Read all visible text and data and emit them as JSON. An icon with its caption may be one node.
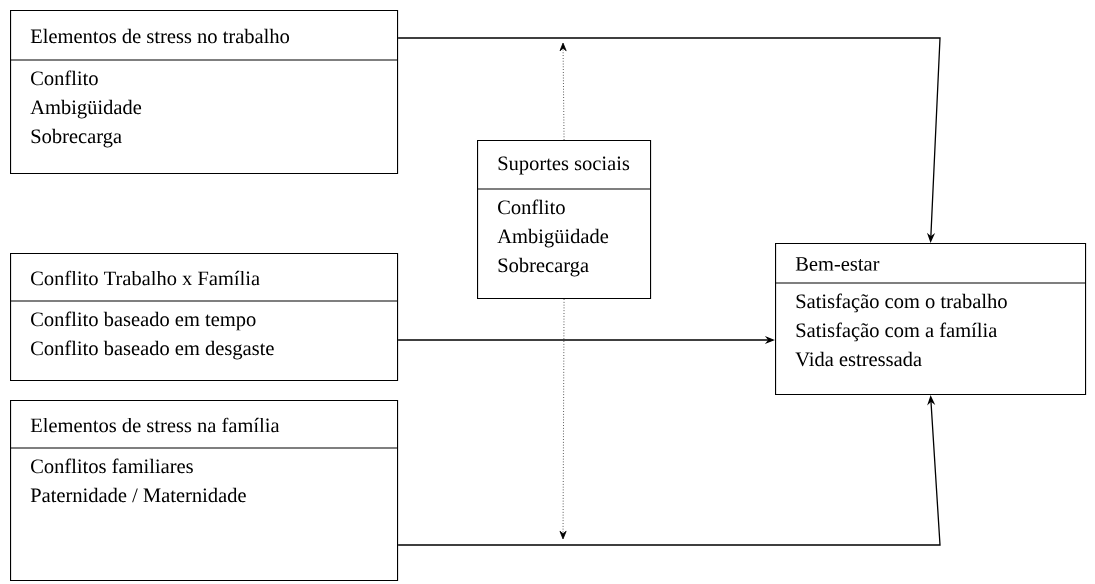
{
  "diagram": {
    "nodes": [
      {
        "text": [
          "Elementos de stress no trabalho",
          "Conflito",
          "Ambigüidade",
          "Sobrecarga"
        ]
      },
      {
        "text": [
          "Conflito Trabalho x Família",
          "Conflito baseado em tempo",
          "Conflito baseado em desgaste"
        ]
      },
      {
        "text": [
          "Elementos de stress na família",
          "Conflitos familiares",
          "Paternidade / Maternidade"
        ]
      },
      {
        "text": [
          "Suportes sociais",
          "Conflito",
          "Ambigüidade",
          "Sobrecarga"
        ]
      },
      {
        "text": [
          "Bem-estar",
          "Satisfação com o trabalho",
          "Satisfação com a família",
          "Vida estressada"
        ]
      }
    ],
    "edges": [
      {
        "from": 0,
        "to": 4,
        "arrow": "to"
      },
      {
        "from": 1,
        "to": 4,
        "arrow": "to"
      },
      {
        "from": 2,
        "to": 4,
        "arrow": "to"
      },
      {
        "from": 3,
        "to": null,
        "arrow": "to",
        "style": "dashed"
      },
      {
        "from": 3,
        "to": null,
        "arrow": "to",
        "style": "dashed"
      }
    ]
  }
}
